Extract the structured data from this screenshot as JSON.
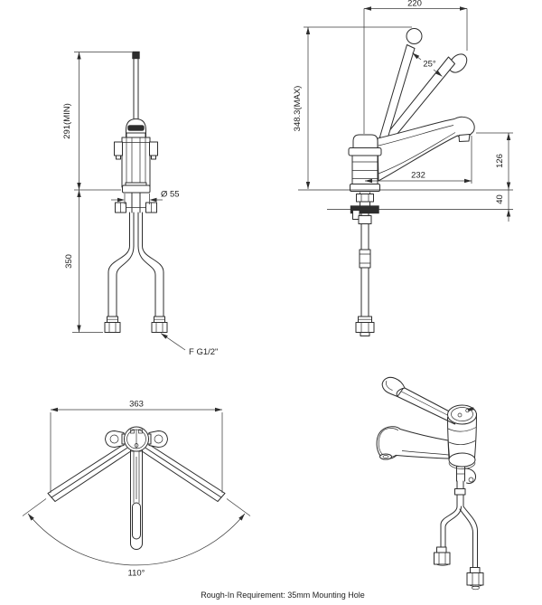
{
  "page": {
    "background": "#ffffff",
    "line_color": "#2d2d2d"
  },
  "footer": {
    "text": "Rough-In Requirement: 35mm Mounting Hole"
  },
  "views": {
    "front": {
      "dims": {
        "height_min": "291(MIN)",
        "hose_length": "350",
        "base_diameter": "Ø 55",
        "thread": "F G1/2\""
      }
    },
    "side": {
      "dims": {
        "reach_top": "220",
        "handle_angle": "25°",
        "height_max": "348.3(MAX)",
        "spout_reach": "232",
        "spout_height": "126",
        "deck_thickness": "40"
      }
    },
    "top": {
      "dims": {
        "swing_width": "363",
        "swivel_angle": "110°"
      }
    }
  }
}
